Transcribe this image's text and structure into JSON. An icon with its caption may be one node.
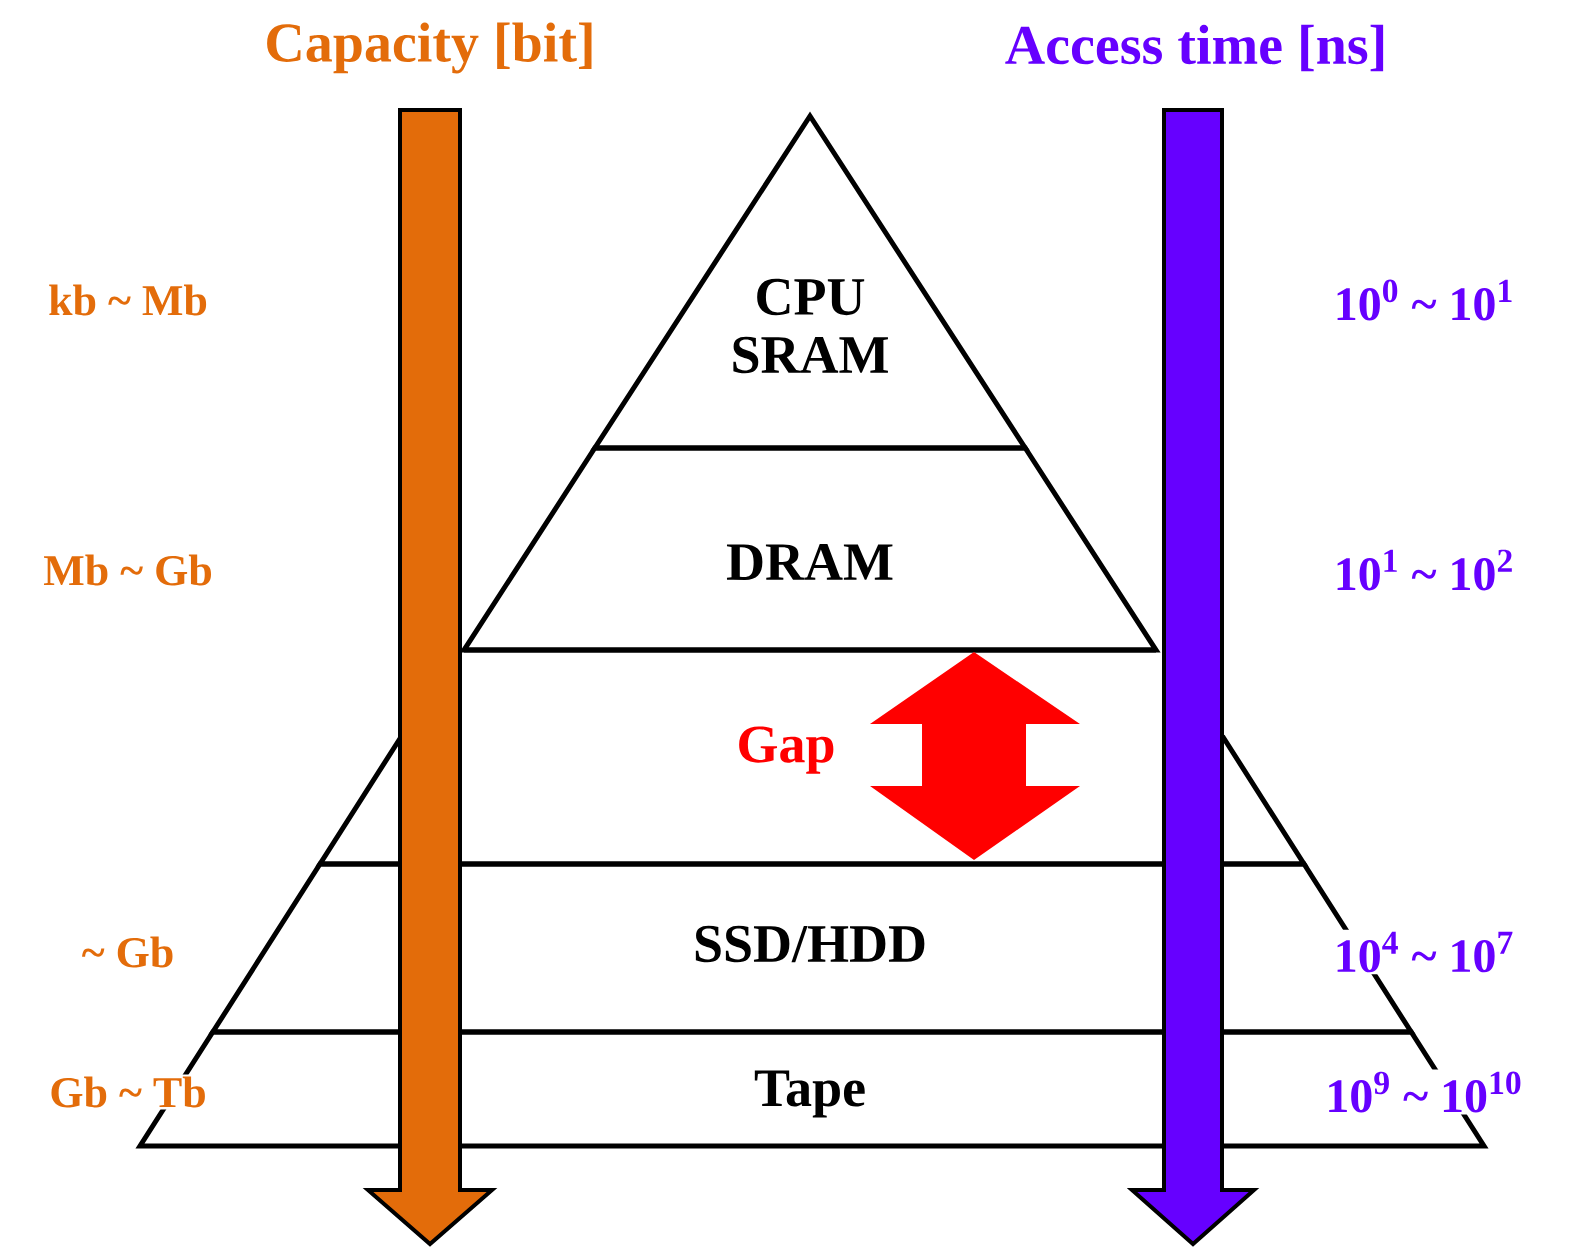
{
  "diagram": {
    "nodes": [
      {
        "text": [
          "CPU SRAM"
        ]
      },
      {
        "text": [
          "DRAM"
        ]
      },
      {
        "text": [
          "Gap"
        ]
      },
      {
        "text": [
          "SSD/HDD"
        ]
      },
      {
        "text": [
          "Tape"
        ]
      }
    ],
    "labels": [
      "Capacity [bit]",
      "Access time [ns]",
      "kb ~ Mb",
      "10$^{0}$ ~ 10$^{1}$",
      "Mb ~ Gb",
      "10$^{1}$ ~ 10$^{2}$",
      "~ Gb",
      "10$^{4}$ ~ 10$^{7}$",
      "Gb ~ Tb",
      "10$^{9}$ ~ 10$^{10}$"
    ]
  }
}
